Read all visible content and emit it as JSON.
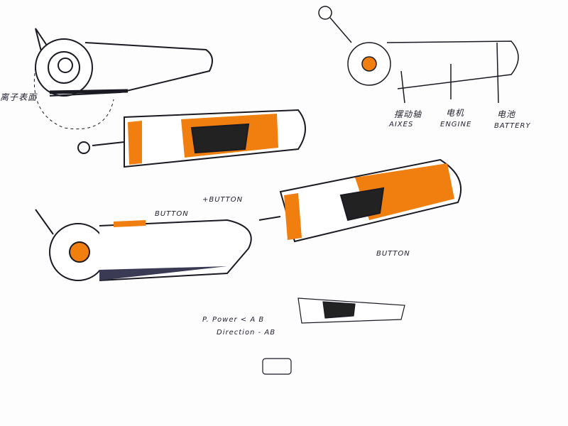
{
  "labels": {
    "left_note_cn": "离子表面",
    "axes_cn": "摆动轴",
    "axes_en": "AIXES",
    "engine_cn": "电机",
    "engine_en": "ENGINE",
    "battery_cn": "电池",
    "battery_en": "BATTERY",
    "button_plus": "+BUTTON",
    "button_left": "BUTTON",
    "button_right": "BUTTON",
    "power_note": "P. Power < A B",
    "direction_note": "Direction - AB"
  },
  "colors": {
    "accent": "#f07f10",
    "ink": "#1a1a22",
    "shadow": "#3a3a55"
  }
}
